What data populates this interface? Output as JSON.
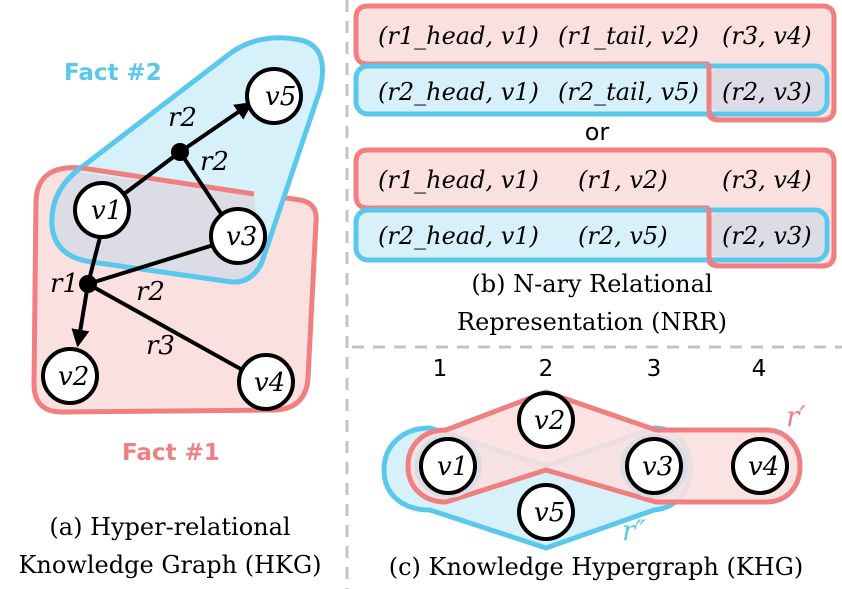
{
  "colors": {
    "blue_fill": "#d7f1fb",
    "blue_stroke": "#5ac8ec",
    "red_fill": "#fbe0e0",
    "red_stroke": "#ef7f80",
    "overlap_fill": "#dcdce6",
    "dash": "#c4c4c4"
  },
  "hkg": {
    "fact2_label": "Fact #2",
    "fact1_label": "Fact #1",
    "nodes": {
      "v1": "v1",
      "v2": "v2",
      "v3": "v3",
      "v4": "v4",
      "v5": "v5"
    },
    "relations": {
      "r2_top": "r2",
      "r2_right": "r2",
      "r1": "r1",
      "r2_mid": "r2",
      "r3": "r3"
    },
    "caption_line1": "(a) Hyper-relational",
    "caption_line2": "Knowledge Graph (HKG)"
  },
  "nrr": {
    "or_label": "or",
    "set1": {
      "row1": [
        "(r1_head, v1)",
        "(r1_tail, v2)",
        "(r3, v4)"
      ],
      "row2": [
        "(r2_head, v1)",
        "(r2_tail, v5)",
        "(r2, v3)"
      ]
    },
    "set2": {
      "row1": [
        "(r1_head, v1)",
        "(r1, v2)",
        "(r3, v4)"
      ],
      "row2": [
        "(r2_head, v1)",
        "(r2, v5)",
        "(r2, v3)"
      ]
    },
    "caption_line1": "(b) N-ary Relational",
    "caption_line2": "Representation (NRR)"
  },
  "khg": {
    "positions": [
      "1",
      "2",
      "3",
      "4"
    ],
    "nodes": {
      "v1": "v1",
      "v2": "v2",
      "v3": "v3",
      "v4": "v4",
      "v5": "v5"
    },
    "r_prime": "r′",
    "r_double_prime": "r″",
    "caption": "(c) Knowledge Hypergraph (KHG)"
  }
}
